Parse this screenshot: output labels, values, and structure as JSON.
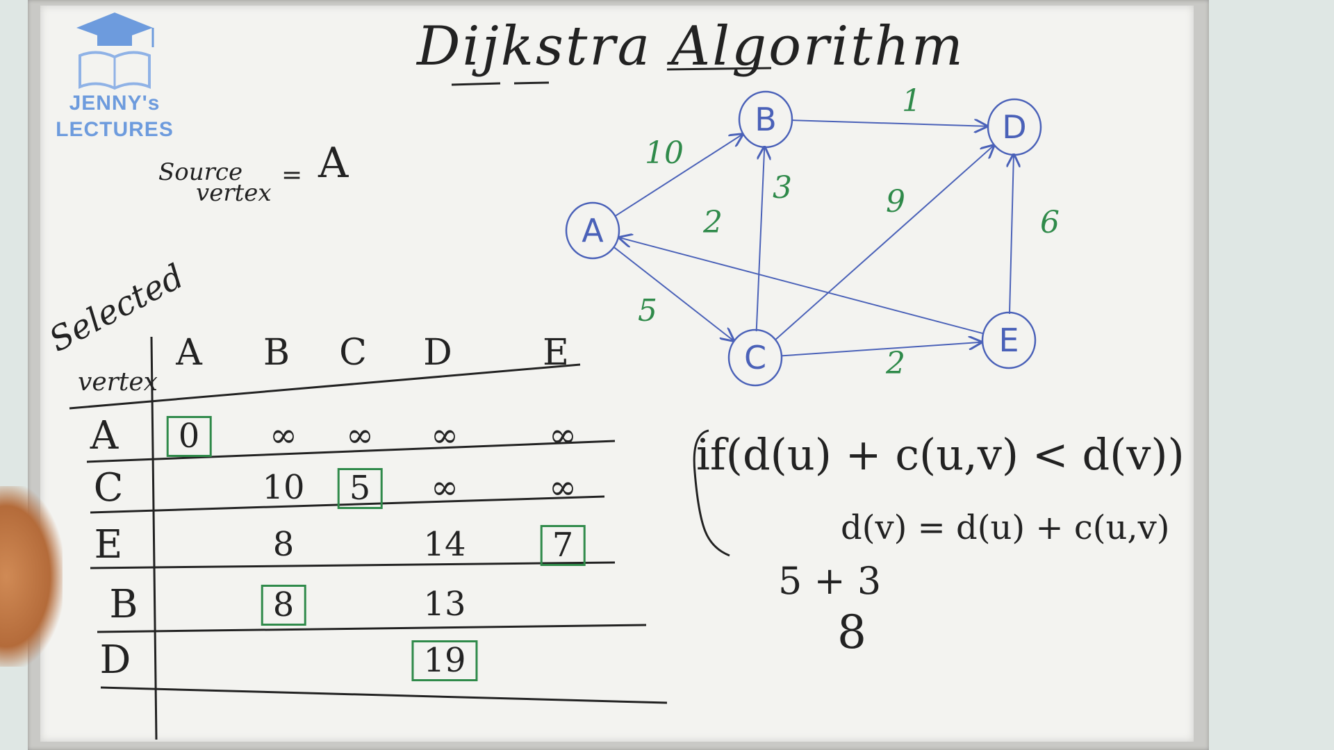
{
  "title": "Dijkstra Algorithm",
  "logo": {
    "line1": "JENNY's",
    "line2": "LECTURES"
  },
  "source": {
    "label_line1": "Source",
    "label_line2": "vertex",
    "equals": "=",
    "value": "A"
  },
  "graph": {
    "nodes": [
      "A",
      "B",
      "C",
      "D",
      "E"
    ],
    "edges": [
      {
        "from": "A",
        "to": "B",
        "weight": "10"
      },
      {
        "from": "A",
        "to": "C",
        "weight": "5"
      },
      {
        "from": "C",
        "to": "B",
        "weight": "3"
      },
      {
        "from": "B",
        "to": "D",
        "weight": "1"
      },
      {
        "from": "C",
        "to": "D",
        "weight": "9"
      },
      {
        "from": "C",
        "to": "E",
        "weight": "2"
      },
      {
        "from": "E",
        "to": "A",
        "weight": "2"
      },
      {
        "from": "E",
        "to": "D",
        "weight": "6"
      }
    ]
  },
  "table": {
    "corner_top": "Selected",
    "corner_bottom": "vertex",
    "columns": [
      "A",
      "B",
      "C",
      "D",
      "E"
    ],
    "rows": [
      {
        "selected": "A",
        "cells": [
          "0",
          "∞",
          "∞",
          "∞",
          "∞"
        ],
        "boxed": 0
      },
      {
        "selected": "C",
        "cells": [
          "",
          "10",
          "5",
          "∞",
          "∞"
        ],
        "boxed": 2
      },
      {
        "selected": "E",
        "cells": [
          "",
          "8",
          "",
          "14",
          "7"
        ],
        "boxed": 4
      },
      {
        "selected": "B",
        "cells": [
          "",
          "8",
          "",
          "13",
          ""
        ],
        "boxed": 1
      },
      {
        "selected": "D",
        "cells": [
          "",
          "",
          "",
          "19",
          ""
        ],
        "boxed": 3
      }
    ]
  },
  "formula": {
    "condition": "if(d(u) + c(u,v) < d(v))",
    "update": "d(v) = d(u) + c(u,v)",
    "calc": "5 + 3",
    "result": "8"
  }
}
